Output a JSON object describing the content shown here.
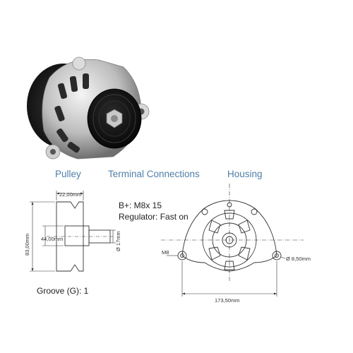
{
  "sections": {
    "pulley": "Pulley",
    "terminal": "Terminal Connections",
    "housing": "Housing"
  },
  "pulley": {
    "width": "22,00mm",
    "diameter": "83,00mm",
    "hub": "44,00mm",
    "shaft": "Ø 17mm",
    "groove": "Groove (G): 1"
  },
  "terminal": {
    "b_plus": "B+: M8x 15",
    "regulator": "Regulator: Fast on"
  },
  "housing": {
    "thread": "M8",
    "hole": "Ø 8,50mm",
    "spacing": "173,50mm"
  }
}
